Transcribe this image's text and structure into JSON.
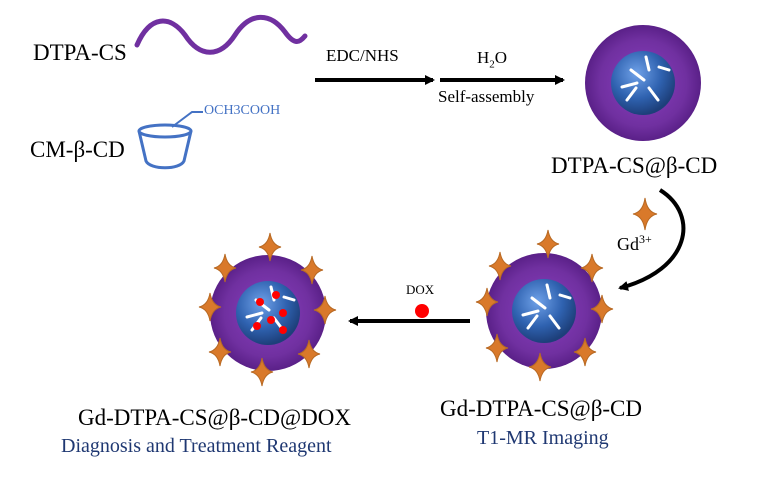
{
  "labels": {
    "dtpa_cs": "DTPA-CS",
    "cm_cd": "CM-β-CD",
    "cd_substituent": "OCH3COOH",
    "step1_reagent": "EDC/NHS",
    "step2_solvent_base": "H",
    "step2_solvent_sub": "2",
    "step2_solvent_tail": "O",
    "step2_process": "Self-assembly",
    "product1": "DTPA-CS@β-CD",
    "gd_ion_base": "Gd",
    "gd_ion_sup": "3+",
    "dox": "DOX",
    "product2": "Gd-DTPA-CS@β-CD",
    "product2_use": "T1-MR Imaging",
    "product3": "Gd-DTPA-CS@β-CD@DOX",
    "product3_use": "Diagnosis and Treatment Reagent"
  },
  "colors": {
    "purple": "#7030a0",
    "core_blue": "#2f62b0",
    "cd_blue": "#4472c4",
    "star_orange": "#d9792a",
    "dox_red": "#ff0000",
    "caption_blue": "#1f3872"
  }
}
